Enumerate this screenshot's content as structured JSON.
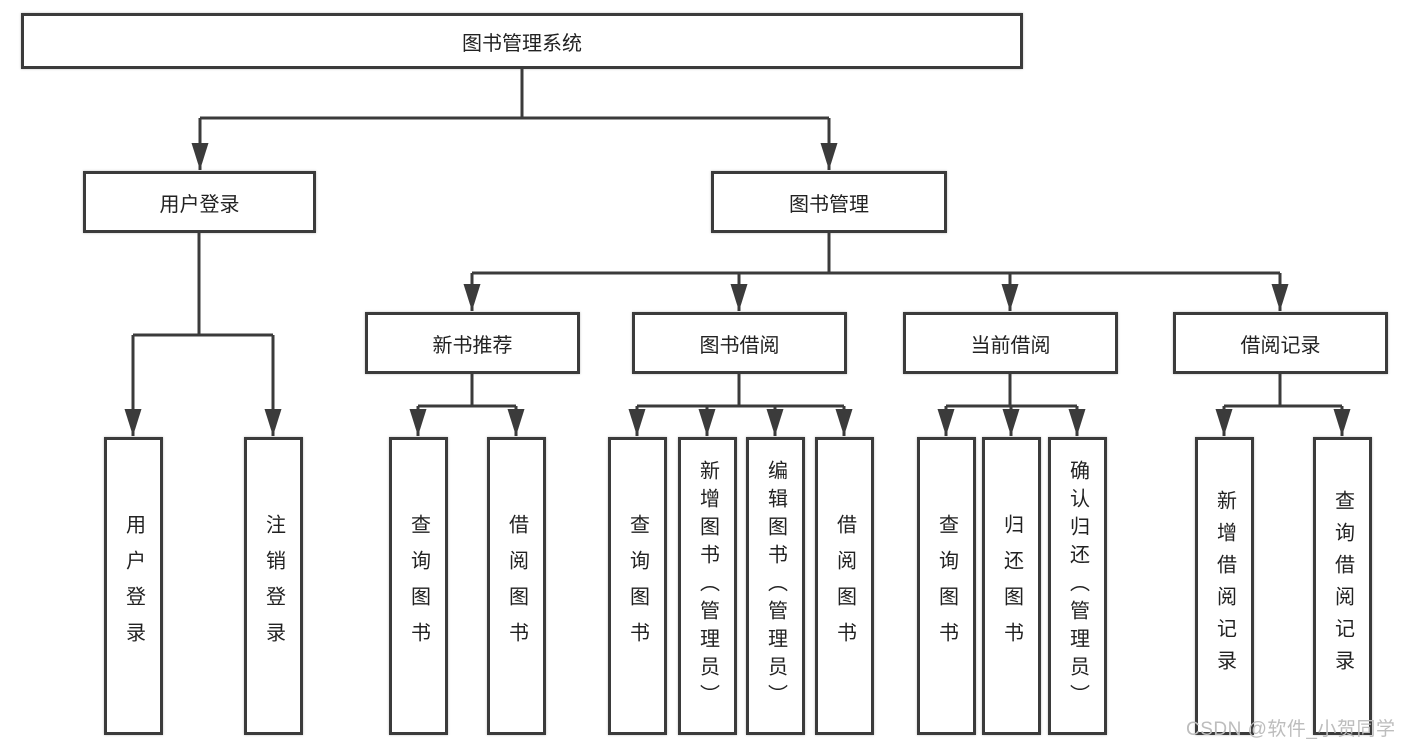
{
  "diagram": {
    "root": {
      "label": "图书管理系统"
    },
    "branches": [
      {
        "label": "用户登录",
        "children": [
          {
            "label": "用户登录"
          },
          {
            "label": "注销登录"
          }
        ]
      },
      {
        "label": "图书管理",
        "children": [
          {
            "label": "新书推荐",
            "children": [
              {
                "label": "查询图书"
              },
              {
                "label": "借阅图书"
              }
            ]
          },
          {
            "label": "图书借阅",
            "children": [
              {
                "label": "查询图书"
              },
              {
                "label": "新增图书（管理员）"
              },
              {
                "label": "编辑图书（管理员）"
              },
              {
                "label": "借阅图书"
              }
            ]
          },
          {
            "label": "当前借阅",
            "children": [
              {
                "label": "查询图书"
              },
              {
                "label": "归还图书"
              },
              {
                "label": "确认归还（管理员）"
              }
            ]
          },
          {
            "label": "借阅记录",
            "children": [
              {
                "label": "新增借阅记录"
              },
              {
                "label": "查询借阅记录"
              }
            ]
          }
        ]
      }
    ]
  },
  "watermark": "CSDN @软件_小贺同学",
  "colors": {
    "line": "#3b3b3b",
    "box_border": "#3b3b3b",
    "box_fill": "#ffffff",
    "text": "#222222",
    "watermark": "#bdbdbd",
    "background": "#ffffff"
  }
}
